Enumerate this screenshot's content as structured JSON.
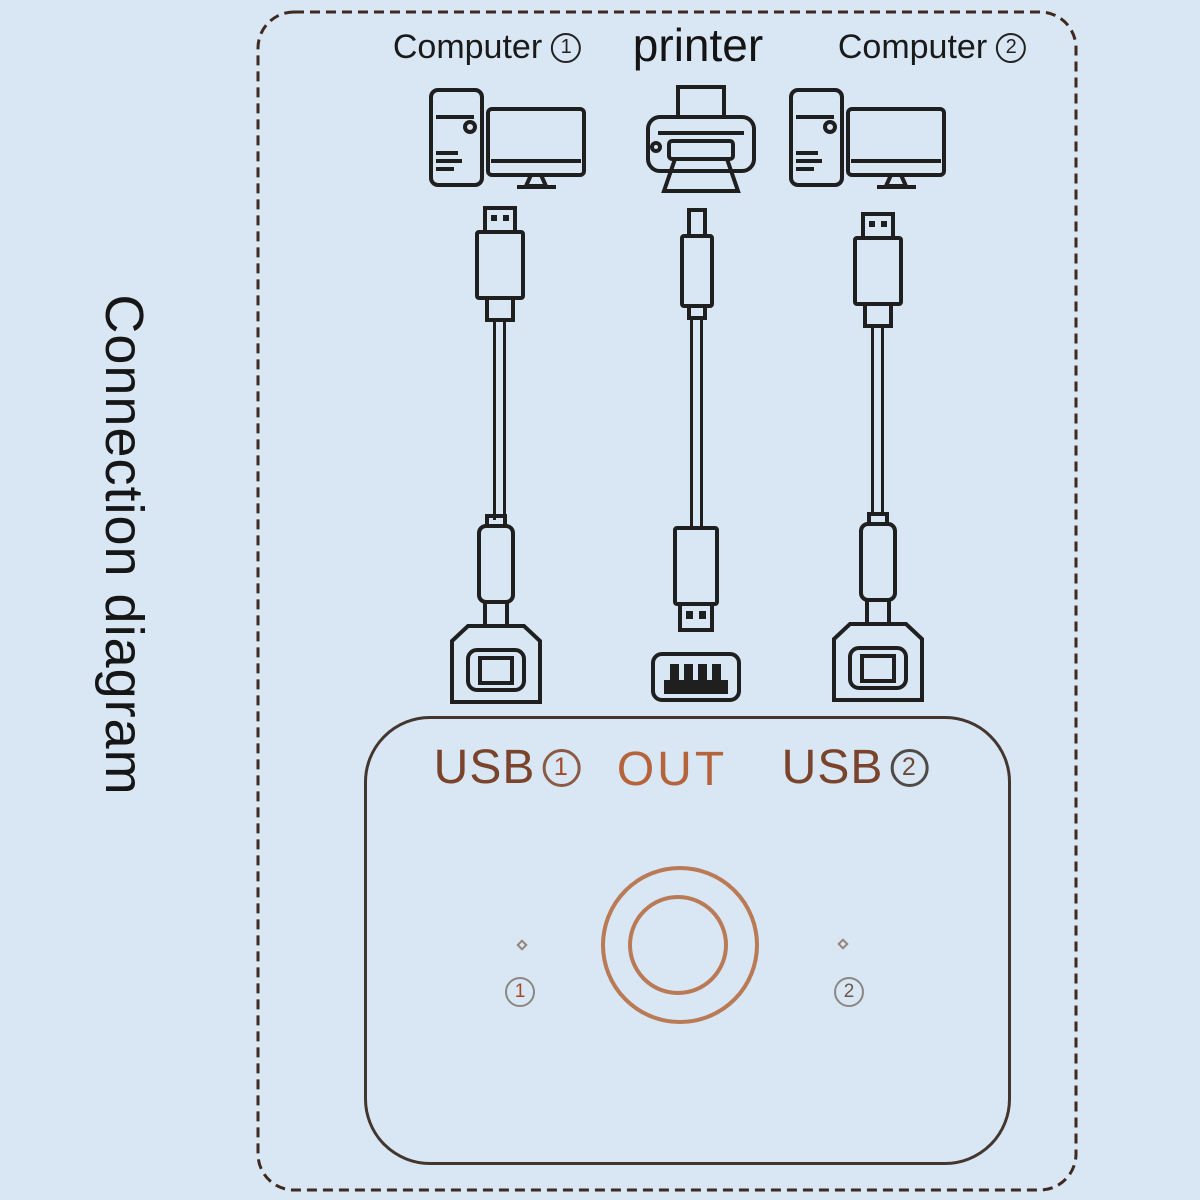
{
  "title": "Connection diagram",
  "top_labels": {
    "computer1": "Computer",
    "computer1_num": "1",
    "printer": "printer",
    "computer2": "Computer",
    "computer2_num": "2"
  },
  "switch_box": {
    "port1": "USB",
    "port1_num": "1",
    "out": "OUT",
    "port2": "USB",
    "port2_num": "2",
    "indicator1": "1",
    "indicator2": "2"
  },
  "colors": {
    "background": "#d9e6f3",
    "dashed_border": "#40291f",
    "icon_line": "#1f1f1f",
    "box_border": "#43362e",
    "knob_accent": "#b97a55",
    "usb_label_brown": "#7a442c",
    "out_label_orange": "#b5633a",
    "indicator_gray": "#8b8884",
    "indicator_digit_red": "#a04a2a"
  }
}
